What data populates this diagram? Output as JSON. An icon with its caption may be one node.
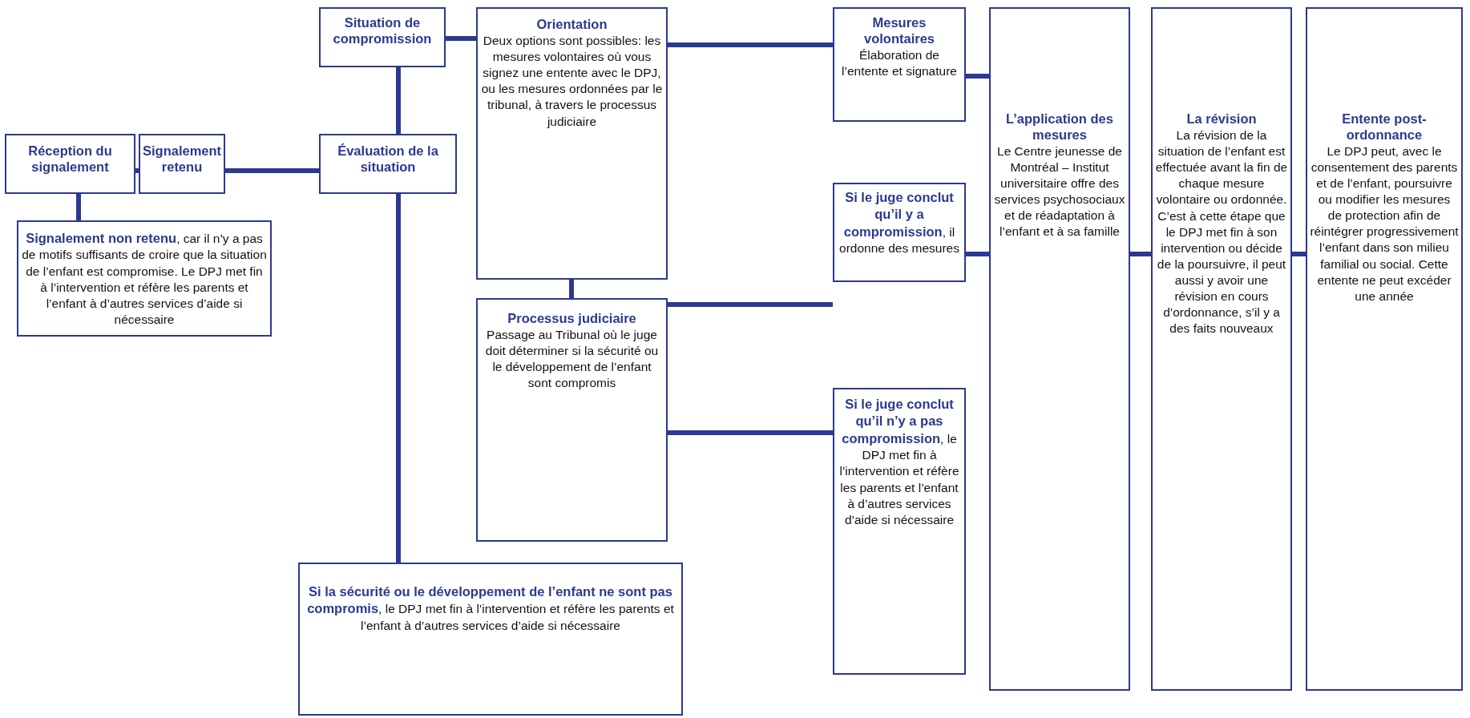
{
  "diagram": {
    "nodes": [
      {
        "text": [
          "Réception du signalement"
        ]
      },
      {
        "text": [
          "Signalement retenu"
        ]
      },
      {
        "text": [
          "Situation de compromission"
        ]
      },
      {
        "text": [
          "Évaluation de la situation"
        ]
      },
      {
        "text": [
          "**Signalement non retenu**, car il n’y a pas de motifs suffisants de croire que la situation de l’enfant est compromise. Le DPJ met fin à l’intervention et réfère les parents et l’enfant à d’autres services d’aide si nécessaire"
        ]
      },
      {
        "text": [
          "Orientation",
          "Deux options sont possibles: les mesures volontaires où vous signez une entente avec le DPJ, ou les mesures ordonnées par le tribunal, à travers le processus judiciaire"
        ]
      },
      {
        "text": [
          "Processus judiciaire",
          "Passage au Tribunal où le juge doit déterminer si la sécurité ou le développement de l’enfant sont compromis"
        ]
      },
      {
        "text": [
          "**Si la sécurité ou le développement de l’enfant ne sont pas compromis**, le DPJ met fin à l’intervention et réfère les parents et l’enfant à d’autres services d’aide si nécessaire"
        ]
      },
      {
        "text": [
          "Mesures volontaires",
          "Élaboration de l’entente et signature"
        ]
      },
      {
        "text": [
          "**Si le juge conclut qu’il y a compromission**, il ordonne des mesures"
        ]
      },
      {
        "text": [
          "**Si le juge conclut qu’il n’y a pas compromission**, le DPJ met fin à l’intervention et réfère les parents et l’enfant à d’autres services d’aide si nécessaire"
        ]
      },
      {
        "text": [
          "L’application des mesures",
          "Le Centre jeunesse de Montréal – Institut universitaire offre des services psychosociaux et de réadaptation à l’enfant et à sa famille"
        ]
      },
      {
        "text": [
          "La révision",
          "La révision de la situation de l’enfant est effectuée avant la fin de chaque mesure volontaire ou ordonnée. C’est à cette étape que le DPJ met fin à son intervention ou décide de la poursuivre, il peut aussi y avoir une révision en cours d’ordonnance, s’il y a des faits nouveaux"
        ]
      },
      {
        "text": [
          "Entente post-ordonnance",
          "Le DPJ peut, avec le consentement des parents et de l’enfant, poursuivre ou modifier les mesures de protection afin de réintégrer progressivement l’enfant dans son milieu familial ou social. Cette entente ne peut excéder une année"
        ]
      }
    ],
    "edges": [
      {
        "from": 0,
        "to": 1,
        "arrow": "none"
      },
      {
        "from": 0,
        "to": 4,
        "arrow": "none"
      },
      {
        "from": 1,
        "to": 3,
        "arrow": "none"
      },
      {
        "from": 3,
        "to": 2,
        "arrow": "none"
      },
      {
        "from": 2,
        "to": 5,
        "arrow": "none"
      },
      {
        "from": 3,
        "to": 7,
        "arrow": "none"
      },
      {
        "from": 5,
        "to": 6,
        "arrow": "none"
      },
      {
        "from": 5,
        "to": 8,
        "arrow": "none"
      },
      {
        "from": 6,
        "to": 9,
        "arrow": "none"
      },
      {
        "from": 6,
        "to": 10,
        "arrow": "none"
      },
      {
        "from": 8,
        "to": 11,
        "arrow": "none"
      },
      {
        "from": 9,
        "to": 11,
        "arrow": "none"
      },
      {
        "from": 11,
        "to": 12,
        "arrow": "none"
      },
      {
        "from": 12,
        "to": 13,
        "arrow": "none"
      }
    ]
  }
}
